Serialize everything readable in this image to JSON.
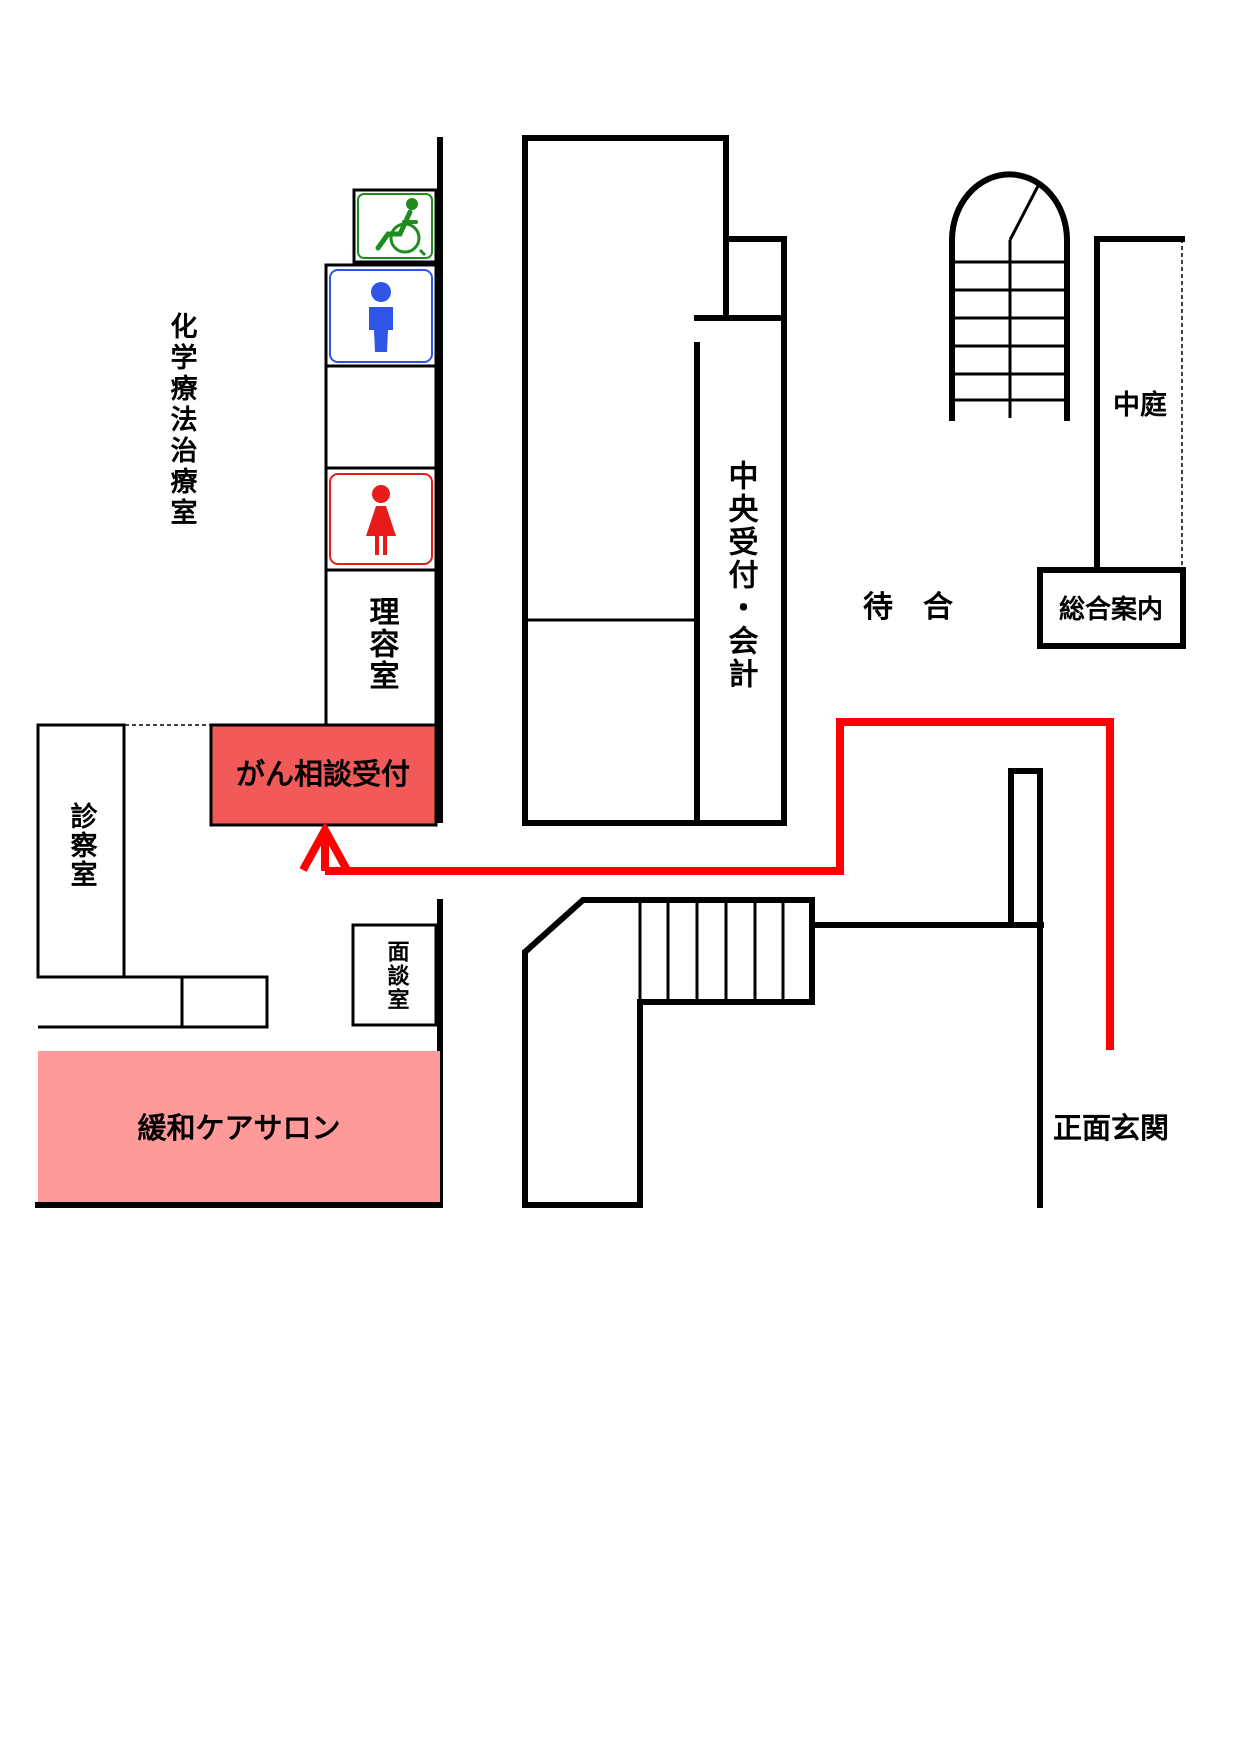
{
  "labels": {
    "chemo_room": "化学療法治療室",
    "barber_room": "理容室",
    "cancer_reception": "がん相談受付",
    "central_reception": "中央受付・会計",
    "waiting": "待　合",
    "info_desk": "総合案内",
    "courtyard": "中庭",
    "exam_room": "診察室",
    "interview_room": "面談室",
    "palliative_salon": "緩和ケアサロン",
    "main_entrance": "正面玄関"
  },
  "icons": {
    "wheelchair": "wheelchair-icon",
    "male": "male-restroom-icon",
    "female": "female-restroom-icon"
  },
  "colors": {
    "route": "#ff0000",
    "cancer_reception_fill": "#f25a5a",
    "salon_fill": "#ff9a9a",
    "wheelchair": "#1f8c1f",
    "male": "#2f55e6",
    "female": "#e81b1b"
  }
}
